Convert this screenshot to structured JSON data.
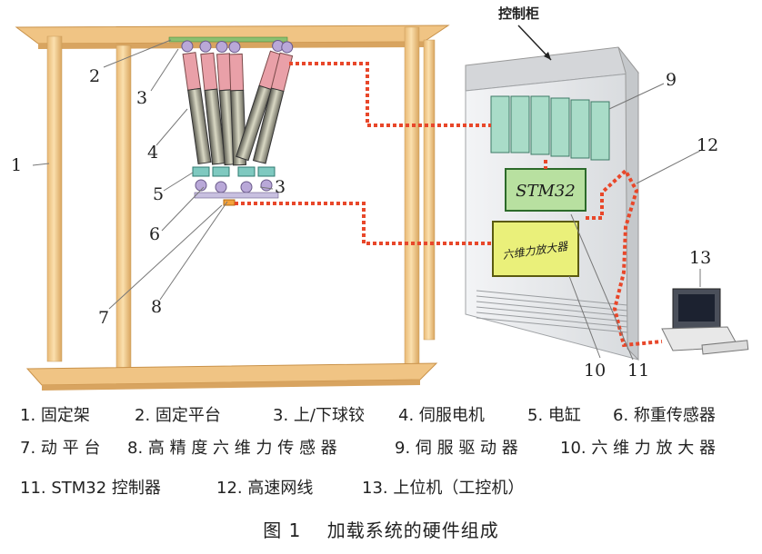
{
  "diagram": {
    "number_labels": [
      "1",
      "2",
      "3",
      "4",
      "5",
      "6",
      "3",
      "7",
      "8",
      "9",
      "12",
      "13",
      "10",
      "11"
    ],
    "cabinet_title": "控制柜",
    "stm32_label": "STM32",
    "amplifier_label": "六维力放大器"
  },
  "legend": {
    "row1": [
      "1. 固定架",
      "2. 固定平台",
      "3. 上/下球铰",
      "4. 伺服电机",
      "5. 电缸",
      "6. 称重传感器"
    ],
    "row2": [
      "7. 动 平 台",
      "8. 高 精 度 六 维 力 传 感 器",
      "9. 伺 服 驱 动 器",
      "10. 六 维 力 放 大 器"
    ],
    "row3": [
      "11. STM32 控制器",
      "12. 高速网线",
      "13. 上位机（工控机）"
    ]
  },
  "caption": "图 1　 加载系统的硬件组成",
  "colors": {
    "wood": "#f3cc8c",
    "cable": "#e8472a",
    "cabinet": "#e6e8ea",
    "stm32_fill": "#b8e0a0",
    "amp_fill": "#eaf07a"
  }
}
